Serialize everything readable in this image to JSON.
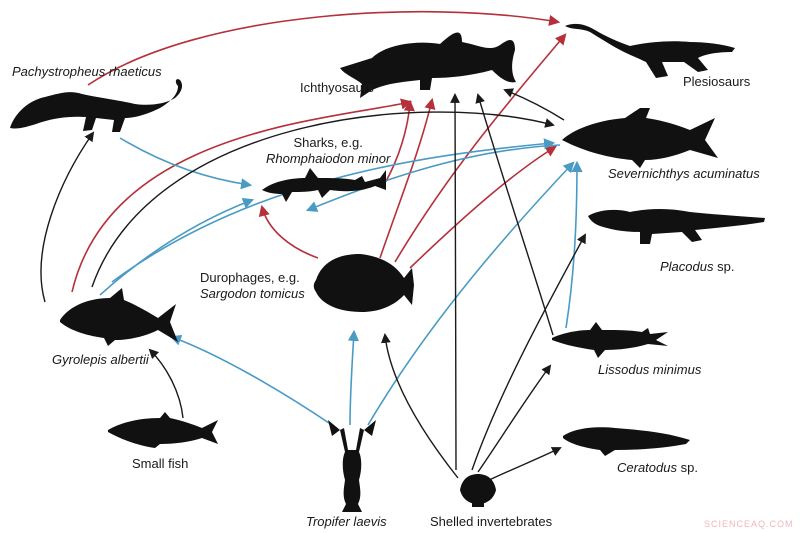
{
  "organisms": {
    "pachystropheus": "Pachystropheus rhaeticus",
    "ichthyosaurs": "Ichthyosaurs",
    "plesiosaurs": "Plesiosaurs",
    "sharks_prefix": "Sharks, e.g.",
    "sharks_example": "Rhomphaiodon minor",
    "severnichthys": "Severnichthys acuminatus",
    "placodus": "Placodus",
    "placodus_suffix": "sp.",
    "durophages_prefix": "Durophages, e.g.",
    "durophages_example": "Sargodon tomicus",
    "gyrolepis": "Gyrolepis albertii",
    "lissodus": "Lissodus minimus",
    "small_fish": "Small fish",
    "ceratodus": "Ceratodus",
    "ceratodus_suffix": "sp.",
    "tropifer": "Tropifer laevis",
    "shelled": "Shelled invertebrates"
  },
  "watermark": "SCIENCEAQ.COM",
  "colors": {
    "silhouette": "#111111",
    "arrow_black": "#1a1a1a",
    "arrow_blue": "#4a9bc4",
    "arrow_red": "#b5303a"
  },
  "icons": [
    "reptile-silhouette",
    "ichthyosaur-silhouette",
    "plesiosaur-silhouette",
    "shark-silhouette",
    "fish-silhouette",
    "placodont-silhouette",
    "lobster-silhouette",
    "shell-silhouette",
    "lungfish-silhouette"
  ]
}
